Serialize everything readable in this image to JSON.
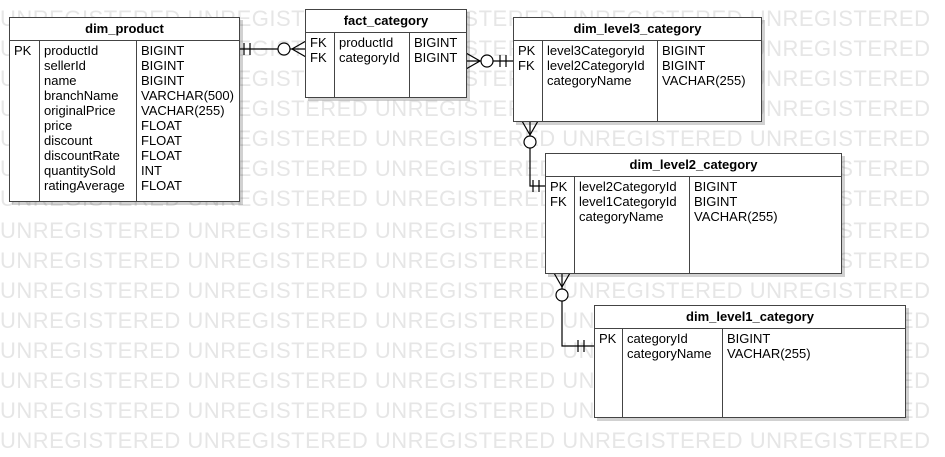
{
  "watermark": "UNREGISTERED",
  "entities": {
    "dim_product": {
      "title": "dim_product",
      "rows": [
        {
          "key": "PK",
          "name": "productId",
          "type": "BIGINT"
        },
        {
          "key": "",
          "name": "sellerId",
          "type": "BIGINT"
        },
        {
          "key": "",
          "name": "name",
          "type": "BIGINT"
        },
        {
          "key": "",
          "name": "branchName",
          "type": "VARCHAR(500)"
        },
        {
          "key": "",
          "name": "originalPrice",
          "type": "VACHAR(255)"
        },
        {
          "key": "",
          "name": "price",
          "type": "FLOAT"
        },
        {
          "key": "",
          "name": "discount",
          "type": "FLOAT"
        },
        {
          "key": "",
          "name": "discountRate",
          "type": "FLOAT"
        },
        {
          "key": "",
          "name": "quantitySold",
          "type": "INT"
        },
        {
          "key": "",
          "name": "ratingAverage",
          "type": "FLOAT"
        }
      ]
    },
    "fact_category": {
      "title": "fact_category",
      "rows": [
        {
          "key": "FK",
          "name": "productId",
          "type": "BIGINT"
        },
        {
          "key": "FK",
          "name": "categoryId",
          "type": "BIGINT"
        }
      ]
    },
    "dim_level3_category": {
      "title": "dim_level3_category",
      "rows": [
        {
          "key": "PK",
          "name": "level3CategoryId",
          "type": "BIGINT"
        },
        {
          "key": "FK",
          "name": "level2CategoryId",
          "type": "BIGINT"
        },
        {
          "key": "",
          "name": "categoryName",
          "type": "VACHAR(255)"
        }
      ]
    },
    "dim_level2_category": {
      "title": "dim_level2_category",
      "rows": [
        {
          "key": "PK",
          "name": "level2CategoryId",
          "type": "BIGINT"
        },
        {
          "key": "FK",
          "name": "level1CategoryId",
          "type": "BIGINT"
        },
        {
          "key": "",
          "name": "categoryName",
          "type": "VACHAR(255)"
        }
      ]
    },
    "dim_level1_category": {
      "title": "dim_level1_category",
      "rows": [
        {
          "key": "PK",
          "name": "categoryId",
          "type": "BIGINT"
        },
        {
          "key": "",
          "name": "categoryName",
          "type": "VACHAR(255)"
        }
      ]
    }
  }
}
